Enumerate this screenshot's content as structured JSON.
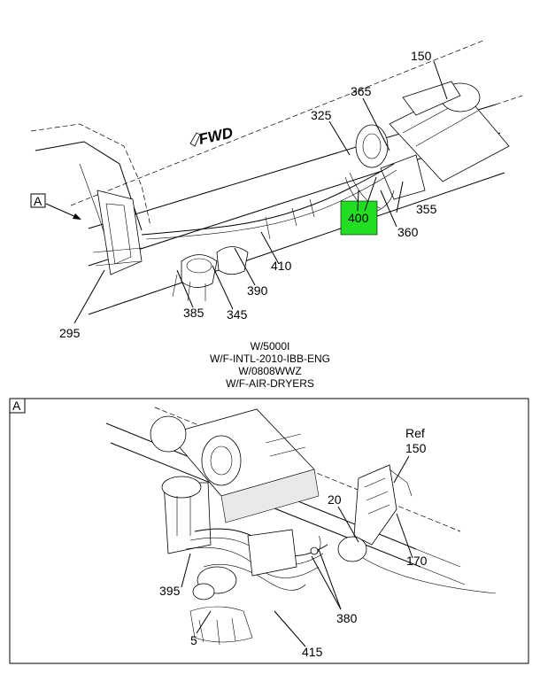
{
  "top_view": {
    "fwd_label": "FWD",
    "detail_ref": "A",
    "callouts": {
      "c150": "150",
      "c365": "365",
      "c325": "325",
      "c400": "400",
      "c355": "355",
      "c360": "360",
      "c410": "410",
      "c390": "390",
      "c345": "345",
      "c385": "385",
      "c295": "295"
    },
    "highlight_color": "#22dd22"
  },
  "conditions": [
    "W/5000I",
    "W/F-INTL-2010-IBB-ENG",
    "W/0808WWZ",
    "W/F-AIR-DRYERS"
  ],
  "detail_view": {
    "frame_label": "A",
    "callouts": {
      "ref": "Ref",
      "c150": "150",
      "c20": "20",
      "c170": "170",
      "c395": "395",
      "c380": "380",
      "c5": "5",
      "c415": "415"
    }
  }
}
